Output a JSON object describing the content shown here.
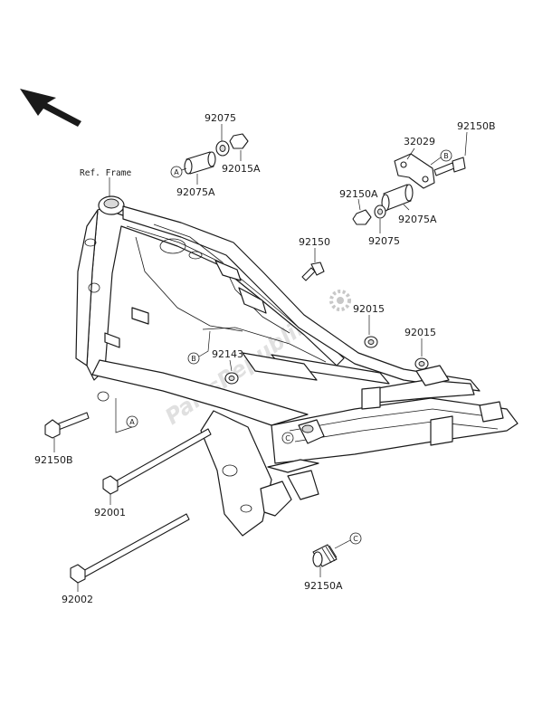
{
  "watermark": "PartsRepublik",
  "ref_frame": "Ref. Frame",
  "parts": {
    "p92075_top": "92075",
    "p92015A": "92015A",
    "p92075A_left": "92075A",
    "p32029": "32029",
    "p92150B_top": "92150B",
    "p92150A_mid": "92150A",
    "p92075A_right": "92075A",
    "p92075_right": "92075",
    "p92150": "92150",
    "p92015_a": "92015",
    "p92015_b": "92015",
    "p92143": "92143",
    "p92150B_left": "92150B",
    "p92001": "92001",
    "p92002": "92002",
    "p92150A_bottom": "92150A"
  },
  "markers": {
    "A": "A",
    "B": "B",
    "C": "C"
  },
  "colors": {
    "line": "#1a1a1a",
    "background": "#ffffff",
    "watermark": "#c8c8c8"
  }
}
